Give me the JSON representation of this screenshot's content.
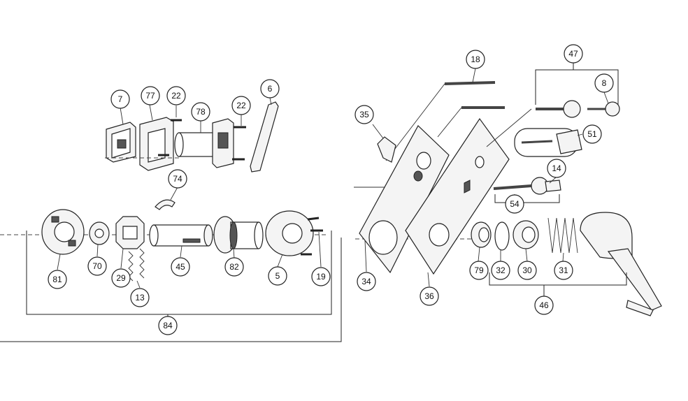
{
  "callouts": [
    "7",
    "77",
    "22",
    "78",
    "22",
    "6",
    "74",
    "81",
    "70",
    "29",
    "13",
    "45",
    "82",
    "5",
    "19",
    "84",
    "18",
    "47",
    "8",
    "35",
    "51",
    "14",
    "54",
    "34",
    "36",
    "79",
    "32",
    "30",
    "31",
    "46"
  ]
}
